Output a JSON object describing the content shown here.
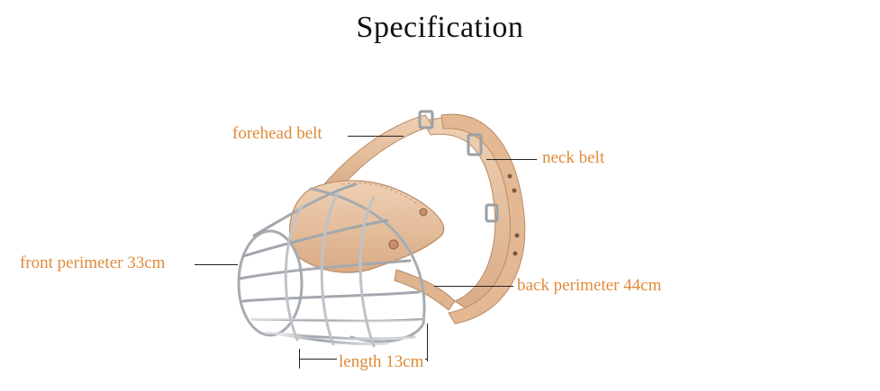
{
  "title": "Specification",
  "labels": {
    "forehead_belt": "forehead belt",
    "neck_belt": "neck belt",
    "front_perimeter": "front perimeter 33cm",
    "back_perimeter": "back perimeter 44cm",
    "length": "length 13cm"
  },
  "colors": {
    "label_text": "#e08a3a",
    "leather": "#e8c3a4",
    "leather_dark": "#c89a78",
    "wire": "#b8bcc2"
  }
}
